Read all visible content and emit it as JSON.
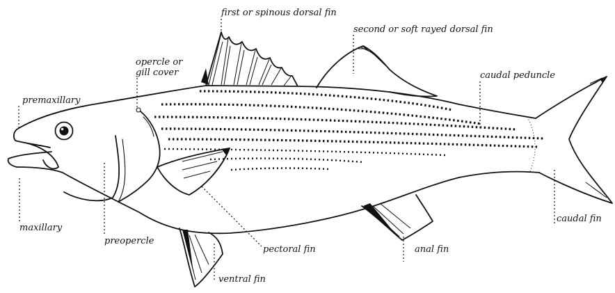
{
  "colors": {
    "ink": "#111111",
    "background": "#ffffff"
  },
  "labels": {
    "first_dorsal_fin": "first or spinous dorsal fin",
    "second_dorsal_fin": "second or soft rayed dorsal fin",
    "opercle_line1": "opercle or",
    "opercle_line2": "gill cover",
    "premaxillary": "premaxillary",
    "caudal_peduncle": "caudal peduncle",
    "maxillary": "maxillary",
    "preopercle": "preopercle",
    "pectoral_fin": "pectoral fin",
    "anal_fin": "anal fin",
    "caudal_fin": "caudal fin",
    "ventral_fin": "ventral fin"
  }
}
